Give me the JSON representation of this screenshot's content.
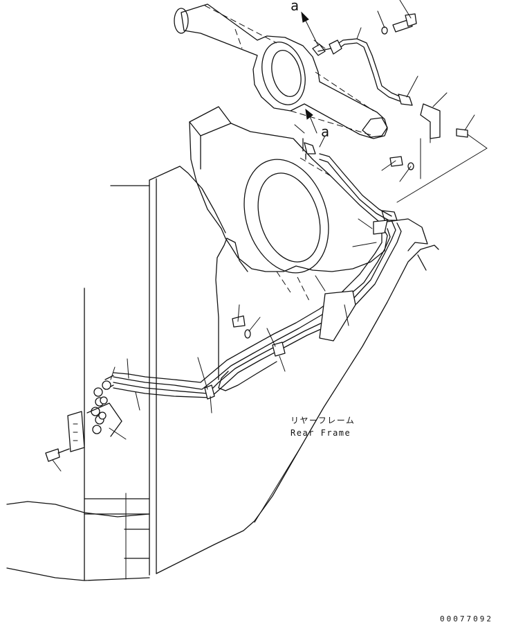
{
  "view_labels": [
    "a",
    "a"
  ],
  "part_label_jp": "リヤーフレーム",
  "part_label_en": "Rear Frame",
  "drawing_number": "00077092"
}
